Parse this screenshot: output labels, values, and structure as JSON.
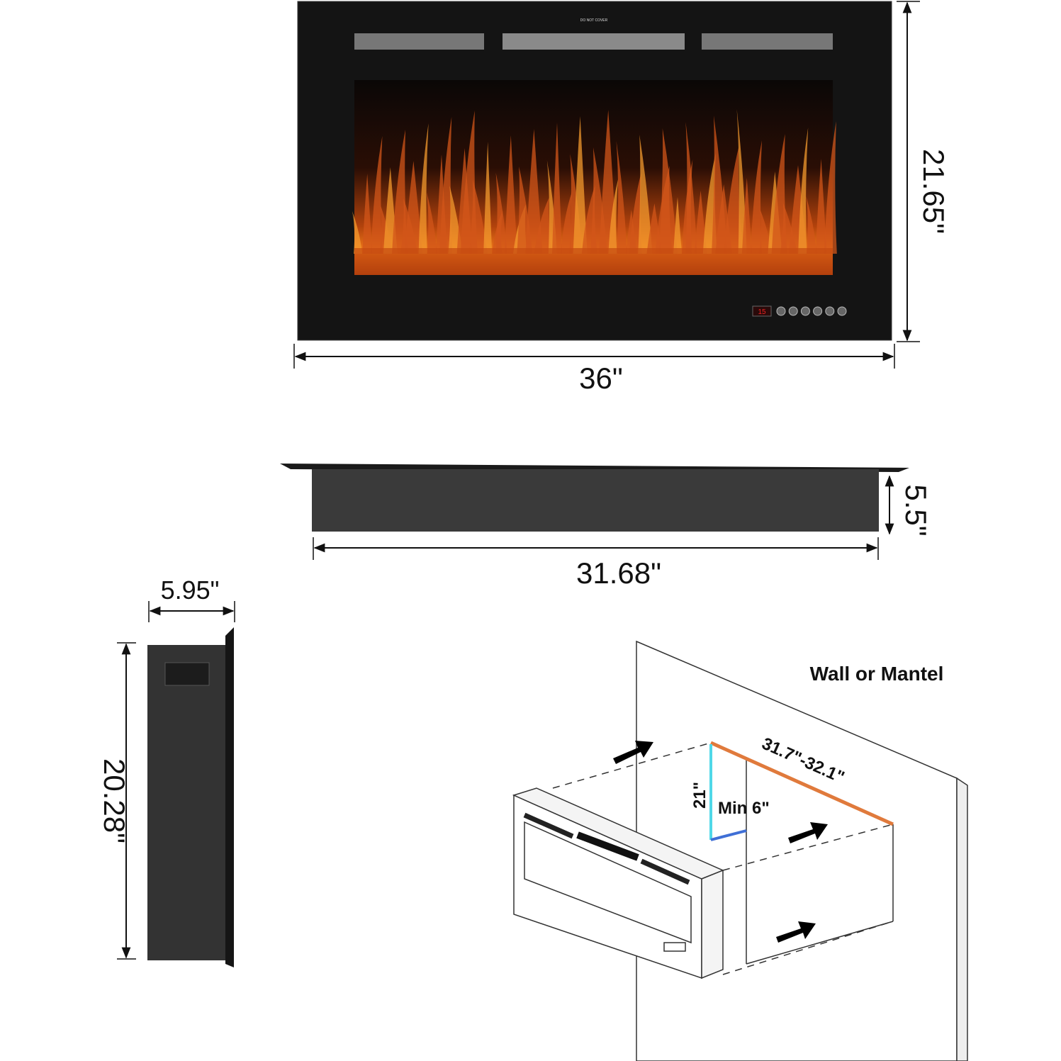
{
  "front_view": {
    "vent_label": "DO NOT COVER",
    "display_value": "15",
    "width_label": "36\"",
    "height_label": "21.65\"",
    "control_icons": [
      "power-icon",
      "timer-icon",
      "heat-icon",
      "flame-color-icon",
      "flame-brightness-icon",
      "power-icon"
    ]
  },
  "top_view": {
    "width_label": "31.68\"",
    "depth_label": "5.5\""
  },
  "side_view": {
    "depth_label": "5.95\"",
    "height_label": "20.28\""
  },
  "installation": {
    "wall_label": "Wall or Mantel",
    "opening_width_label": "31.7\"-32.1\"",
    "opening_height_label": "21\"",
    "opening_depth_label": "Min 6\"",
    "colors": {
      "width_line": "#e07a3c",
      "height_line": "#4fd8e8",
      "depth_line": "#3f6fd6"
    }
  }
}
